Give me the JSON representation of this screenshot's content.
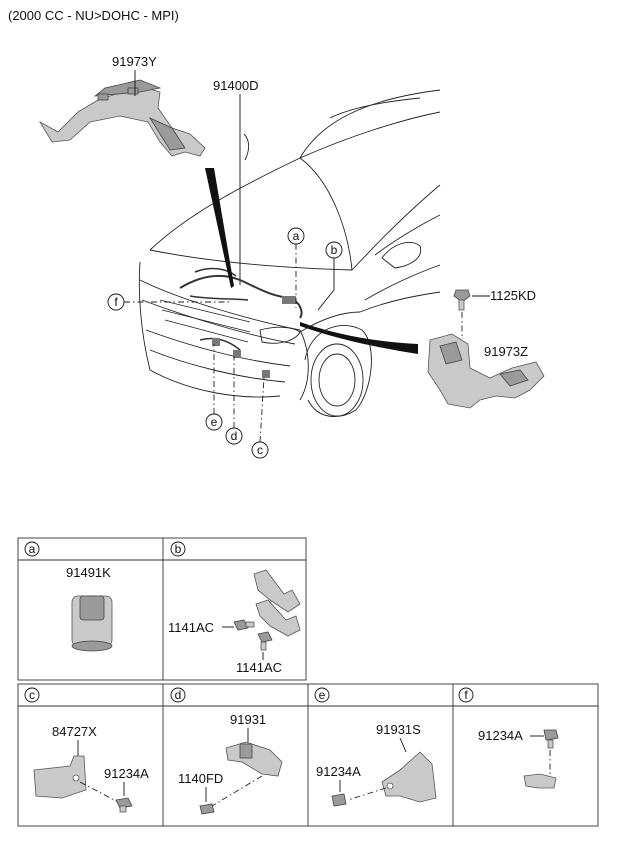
{
  "header": {
    "title": "(2000 CC - NU>DOHC - MPI)"
  },
  "main_labels": {
    "cover_front": "91973Y",
    "harness_main": "91400D",
    "bolt_top": "1125KD",
    "cover_side": "91973Z"
  },
  "callouts": {
    "a": "a",
    "b": "b",
    "c": "c",
    "d": "d",
    "e": "e",
    "f": "f"
  },
  "detail_boxes": {
    "a": {
      "letter": "a",
      "part": "91491K"
    },
    "b": {
      "letter": "b",
      "part1": "1141AC",
      "part2": "1141AC"
    },
    "c": {
      "letter": "c",
      "part1": "84727X",
      "part2": "91234A"
    },
    "d": {
      "letter": "d",
      "part1": "91931",
      "part2": "1140FD"
    },
    "e": {
      "letter": "e",
      "part1": "91931S",
      "part2": "91234A"
    },
    "f": {
      "letter": "f",
      "part1": "91234A"
    }
  }
}
